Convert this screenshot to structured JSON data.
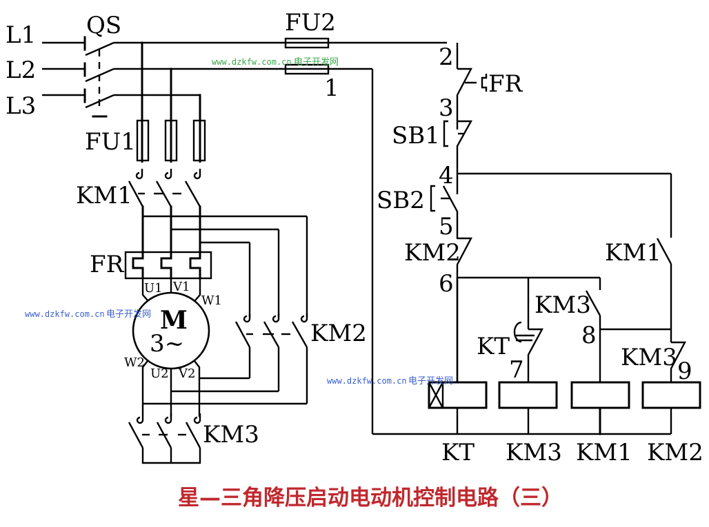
{
  "diagram": {
    "title": "星—三角降压启动电动机控制电路（三）",
    "title_color": "#c0282d",
    "wire_color": "#000000",
    "background": "#ffffff",
    "watermark": {
      "url": "www.dzkfw.com.cn",
      "site_name": "电子开发网",
      "colors": [
        "#3aa64a",
        "#3a5fd0"
      ]
    },
    "main_circuit": {
      "phases": [
        "L1",
        "L2",
        "L3"
      ],
      "main_switch": "QS",
      "main_fuse": "FU1",
      "contactor_main": "KM1",
      "overload_relay": "FR",
      "motor": {
        "symbol": "M",
        "type": "3~"
      },
      "terminals": [
        "U1",
        "V1",
        "W1",
        "W2",
        "U2",
        "V2"
      ],
      "contactor_delta": "KM2",
      "contactor_star": "KM3"
    },
    "control_circuit": {
      "fuse": "FU2",
      "nodes": [
        "1",
        "2",
        "3",
        "4",
        "5",
        "6",
        "7",
        "8",
        "9"
      ],
      "components": {
        "overload_contact": "FR",
        "stop_button": "SB1",
        "start_button": "SB2",
        "interlock_km2": "KM2",
        "hold_km1": "KM1",
        "km3_no": "KM3",
        "km3_nc": "KM3",
        "timer_contact": "KT"
      },
      "coils": [
        "KT",
        "KM3",
        "KM1",
        "KM2"
      ]
    }
  }
}
